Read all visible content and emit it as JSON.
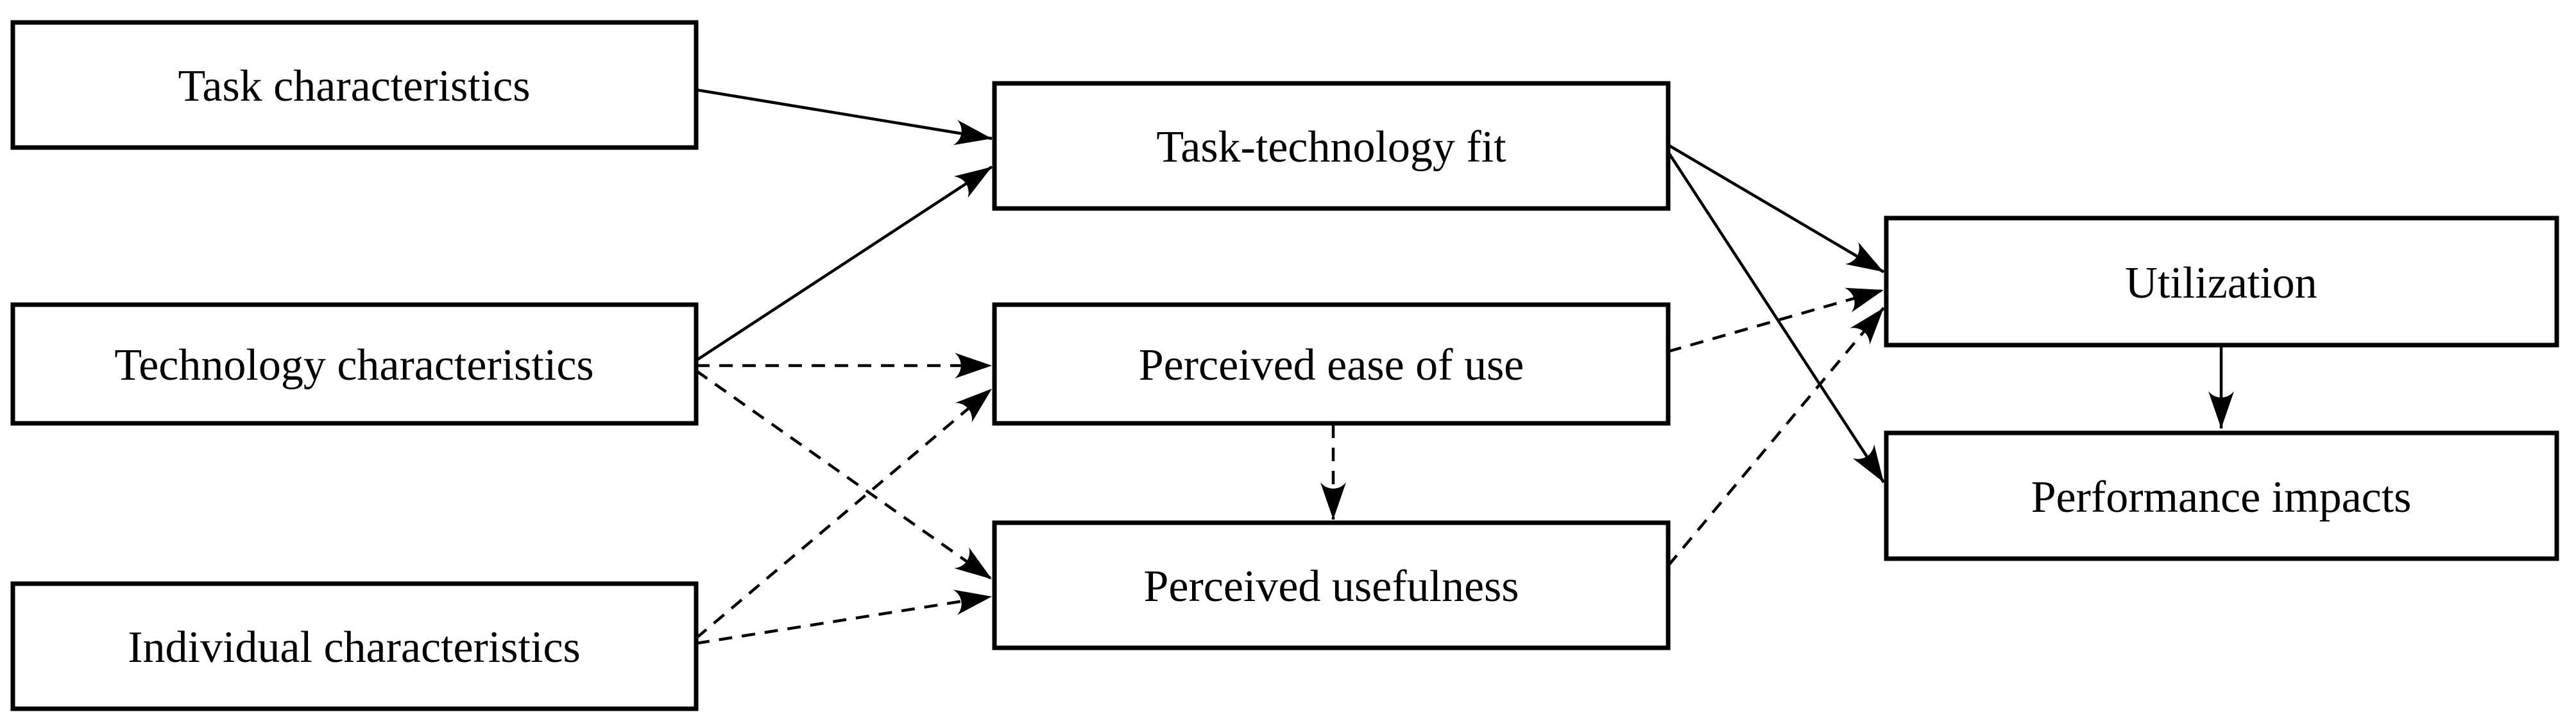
{
  "diagram": {
    "background_color": "#ffffff",
    "box_fill_color": "#ffffff",
    "box_border_color": "#000000",
    "line_color": "#000000",
    "nodes": [
      {
        "id": "task-characteristics",
        "label": "Task characteristics"
      },
      {
        "id": "technology-characteristics",
        "label": "Technology characteristics"
      },
      {
        "id": "individual-characteristics",
        "label": "Individual characteristics"
      },
      {
        "id": "task-technology-fit",
        "label": "Task-technology fit"
      },
      {
        "id": "perceived-ease-of-use",
        "label": "Perceived ease of use"
      },
      {
        "id": "perceived-usefulness",
        "label": "Perceived usefulness"
      },
      {
        "id": "utilization",
        "label": "Utilization"
      },
      {
        "id": "performance-impacts",
        "label": "Performance impacts"
      }
    ],
    "edges": [
      {
        "from": "task-characteristics",
        "to": "task-technology-fit",
        "style": "solid"
      },
      {
        "from": "technology-characteristics",
        "to": "task-technology-fit",
        "style": "solid"
      },
      {
        "from": "technology-characteristics",
        "to": "perceived-ease-of-use",
        "style": "dashed"
      },
      {
        "from": "technology-characteristics",
        "to": "perceived-usefulness",
        "style": "dashed"
      },
      {
        "from": "individual-characteristics",
        "to": "perceived-ease-of-use",
        "style": "dashed"
      },
      {
        "from": "individual-characteristics",
        "to": "perceived-usefulness",
        "style": "dashed"
      },
      {
        "from": "perceived-ease-of-use",
        "to": "perceived-usefulness",
        "style": "dashed"
      },
      {
        "from": "task-technology-fit",
        "to": "utilization",
        "style": "solid"
      },
      {
        "from": "task-technology-fit",
        "to": "performance-impacts",
        "style": "solid"
      },
      {
        "from": "perceived-ease-of-use",
        "to": "utilization",
        "style": "dashed"
      },
      {
        "from": "perceived-usefulness",
        "to": "utilization",
        "style": "dashed"
      },
      {
        "from": "utilization",
        "to": "performance-impacts",
        "style": "solid"
      }
    ]
  }
}
